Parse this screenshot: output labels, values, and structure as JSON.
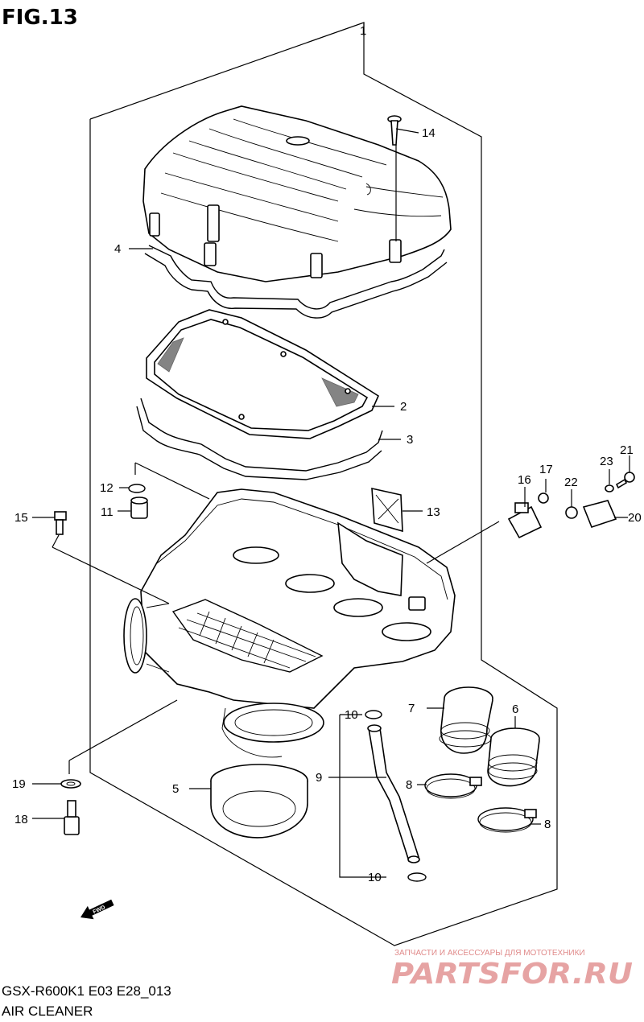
{
  "figure_label": "FIG.13",
  "callouts": {
    "c1": "1",
    "c2": "2",
    "c3": "3",
    "c4": "4",
    "c5": "5",
    "c6": "6",
    "c7": "7",
    "c8a": "8",
    "c8b": "8",
    "c9": "9",
    "c10a": "10",
    "c10b": "10",
    "c11": "11",
    "c12": "12",
    "c13": "13",
    "c14": "14",
    "c15": "15",
    "c16": "16",
    "c17": "17",
    "c18": "18",
    "c19": "19",
    "c20": "20",
    "c21": "21",
    "c22": "22",
    "c23": "23"
  },
  "fwd_label": "FWD",
  "watermark": {
    "tagline": "ЗАПЧАСТИ И АКСЕССУАРЫ ДЛЯ МОТОТЕХНИКИ",
    "brand": "PARTSFOR.RU"
  },
  "footer": {
    "model_code": "GSX-R600K1 E03 E28_013",
    "title": "AIR CLEANER"
  }
}
